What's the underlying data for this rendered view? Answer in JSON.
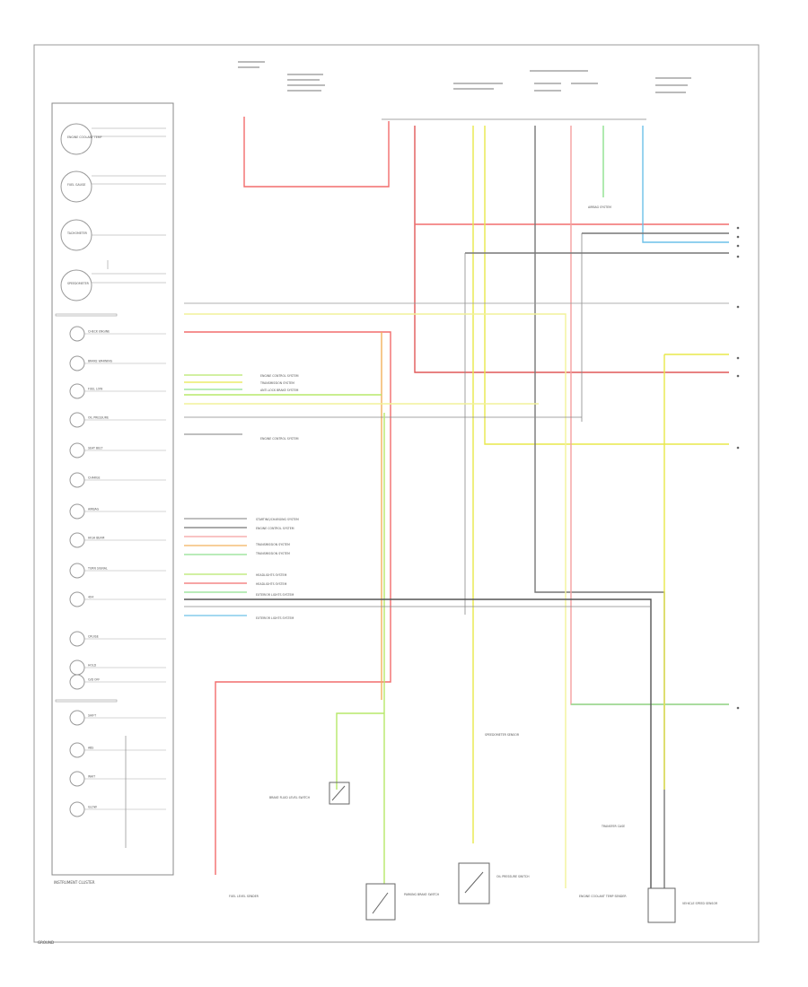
{
  "diagram": {
    "cluster": {
      "label": "INSTRUMENT CLUSTER",
      "gauges": [
        {
          "name": "ENGINE COOLANT TEMP"
        },
        {
          "name": "FUEL GAUGE"
        },
        {
          "name": "TACHOMETER"
        },
        {
          "name": "SPEEDOMETER"
        }
      ],
      "indicators": [
        "CHECK ENGINE",
        "BRAKE WARNING",
        "FUEL LOW",
        "OIL PRESSURE",
        "SEAT BELT",
        "CHARGE",
        "AIRBAG",
        "HIGH BEAM",
        "TURN SIGNAL",
        "4X4",
        "CRUISE",
        "HOLD",
        "O/D OFF",
        "SHIFT",
        "ABS",
        "WAIT",
        "GLOW"
      ]
    },
    "connectors_left_top": [
      "ENGINE CONTROL SYSTEM",
      "TRANSMISSION SYSTEM",
      "ANTI-LOCK BRAKE SYSTEM",
      "",
      "",
      "ENGINE CONTROL SYSTEM"
    ],
    "connectors_left_mid": [
      "STARTING/CHARGING SYSTEM",
      "ENGINE CONTROL SYSTEM",
      "TRANSMISSION SYSTEM",
      "TRANSMISSION SYSTEM",
      "HEADLIGHTS SYSTEM",
      "HEADLIGHTS SYSTEM",
      "EXTERIOR LIGHTS SYSTEM",
      "EXTERIOR LIGHTS SYSTEM"
    ],
    "components": [
      "BRAKE FLUID LEVEL SWITCH",
      "PARKING BRAKE SWITCH",
      "OIL PRESSURE SWITCH",
      "ENGINE COOLANT TEMP SENDER",
      "SPEEDOMETER SENSOR",
      "FUEL LEVEL SENDER",
      "VEHICLE SPEED SENSOR",
      "AIRBAG SYSTEM",
      "TRANSFER CASE"
    ],
    "footer": "GROUND"
  },
  "colors": {
    "red": "#f26d6d",
    "pink": "#f5a0a0",
    "yellow": "#e8e84a",
    "lightyellow": "#f2f29a",
    "green": "#8fe08f",
    "lime": "#b7e86a",
    "blue": "#6cc0e8",
    "gray": "#777777",
    "darkgray": "#444444",
    "orange": "#f2b05c"
  }
}
